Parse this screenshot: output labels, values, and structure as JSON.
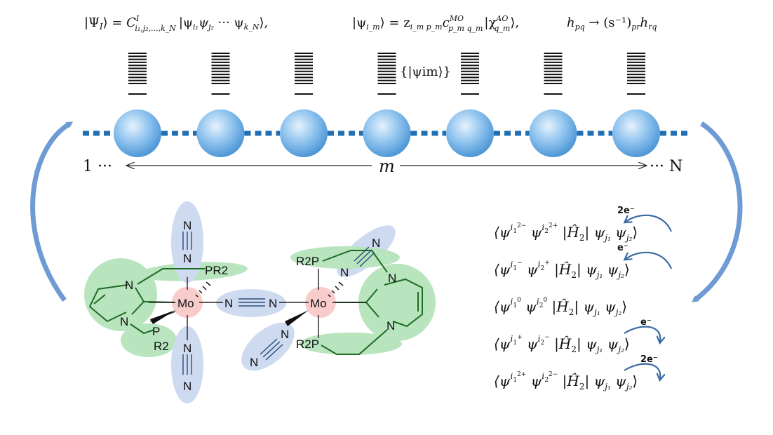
{
  "header": {
    "eq1": "|ΨI⟩ = C^I_{i1,j2,...,kN} |ψi1 ψj2 ··· ψkN⟩",
    "eq2": "|ψim⟩ = z_{im pm} c^{MO}_{pm qm} |χ^{AO}_{qm}⟩",
    "eq3": "hpq → (s⁻¹)pr hrq"
  },
  "chain": {
    "label_left": "1 ···",
    "label_mid": "m",
    "label_right": "··· N",
    "orbital_set_label": "{|ψim⟩}",
    "site_count": 7,
    "colors": {
      "sphere": "#6aaee5",
      "dots": "#1f6fb2",
      "arrows": "#6e9bd4"
    }
  },
  "molecule": {
    "mo": "Mo",
    "n": "N",
    "pr2": "PR2",
    "r2p": "R2P",
    "p": "P",
    "r2": "R2",
    "colors": {
      "green": "#5cc068",
      "blue": "#7f9fd0",
      "red": "#f28b8b",
      "bond": "#1e6b24",
      "ntext": "#2c4d7a"
    }
  },
  "terms": [
    {
      "id": "t1",
      "op": "Ĥ2",
      "label": "2e⁻"
    },
    {
      "id": "t2",
      "op": "Ĥ2",
      "label": "e⁻"
    },
    {
      "id": "t3",
      "op": "Ĥ2",
      "label": ""
    },
    {
      "id": "t4",
      "op": "Ĥ2",
      "label": "e⁻"
    },
    {
      "id": "t5",
      "op": "Ĥ2",
      "label": "2e⁻"
    }
  ]
}
